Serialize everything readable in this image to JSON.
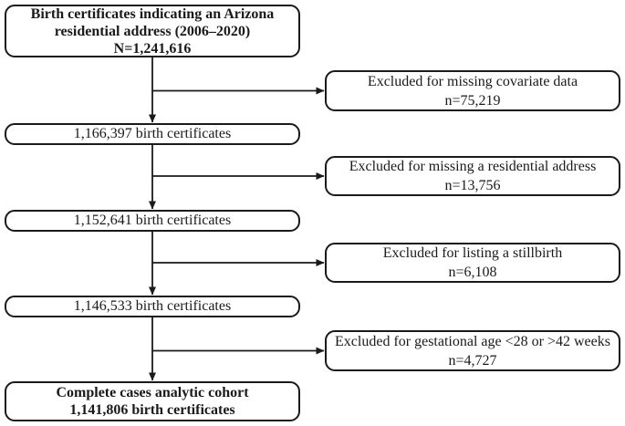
{
  "diagram": {
    "source_box": {
      "line1": "Birth certificates indicating an Arizona",
      "line2": "residential address (2006–2020)",
      "line3": "N=1,241,616"
    },
    "step_boxes": [
      {
        "label": "1,166,397 birth certificates"
      },
      {
        "label": "1,152,641 birth certificates"
      },
      {
        "label": "1,146,533 birth certificates"
      }
    ],
    "exclusion_boxes": [
      {
        "reason": "Excluded for missing covariate data",
        "count": "n=75,219"
      },
      {
        "reason": "Excluded for missing a residential address",
        "count": "n=13,756"
      },
      {
        "reason": "Excluded for listing a stillbirth",
        "count": "n=6,108"
      },
      {
        "reason": "Excluded for gestational age <28 or >42 weeks",
        "count": "n=4,727"
      }
    ],
    "final_box": {
      "line1": "Complete cases analytic cohort",
      "line2": "1,141,806 birth certificates"
    },
    "colors": {
      "border": "#1a1a1a",
      "text": "#1a1a1a",
      "background": "#ffffff"
    }
  }
}
